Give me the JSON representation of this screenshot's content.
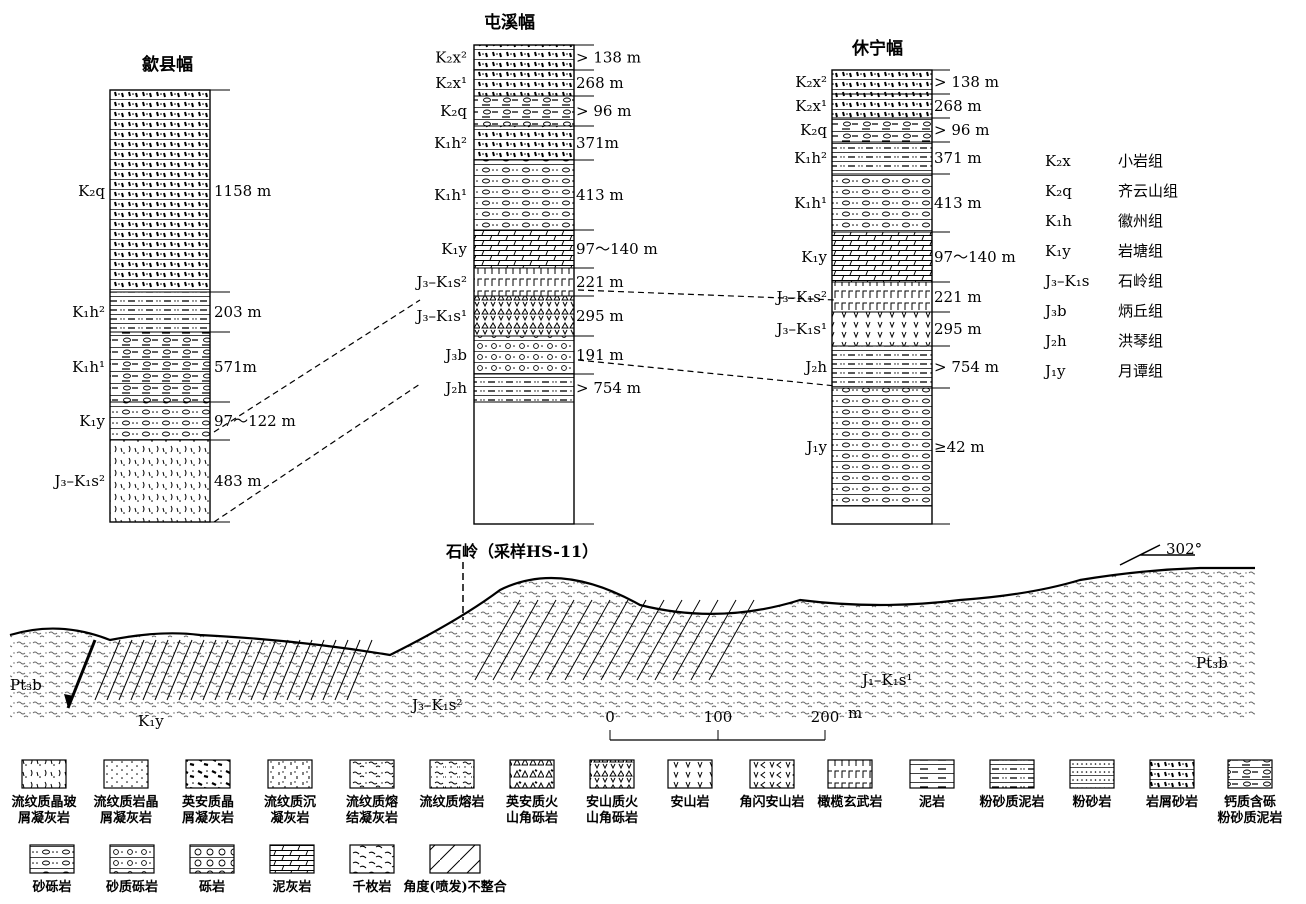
{
  "columns": [
    {
      "title": "歙县幅",
      "units": [
        {
          "code": "K₂q",
          "thickness": "1158 m",
          "litho": "debris"
        },
        {
          "code": "K₁h²",
          "thickness": "203 m",
          "litho": "smud"
        },
        {
          "code": "K₁h¹",
          "thickness": "571m",
          "litho": "calc"
        },
        {
          "code": "K₁y",
          "thickness": "97～122 m",
          "litho": "sandcong"
        },
        {
          "code": "J₃–K₁s²",
          "thickness": "483 m",
          "litho": "tuff"
        }
      ]
    },
    {
      "title": "屯溪幅",
      "units": [
        {
          "code": "K₂x²",
          "thickness": "> 138 m",
          "litho": "debris"
        },
        {
          "code": "K₂x¹",
          "thickness": "268 m",
          "litho": "debris"
        },
        {
          "code": "K₂q",
          "thickness": "> 96 m",
          "litho": "calc"
        },
        {
          "code": "K₁h²",
          "thickness": "371m",
          "litho": "debris"
        },
        {
          "code": "K₁h¹",
          "thickness": "413 m",
          "litho": "sandcong"
        },
        {
          "code": "K₁y",
          "thickness": "97～140 m",
          "litho": "marl"
        },
        {
          "code": "J₃–K₁s²",
          "thickness": "221 m",
          "litho": "basalt"
        },
        {
          "code": "J₃–K₁s¹",
          "thickness": "295 m",
          "litho": "abreccia"
        },
        {
          "code": "J₃b",
          "thickness": "191 m",
          "litho": "scong"
        },
        {
          "code": "J₂h",
          "thickness": "> 754 m",
          "litho": "smud"
        }
      ]
    },
    {
      "title": "休宁幅",
      "units": [
        {
          "code": "K₂x²",
          "thickness": "> 138 m",
          "litho": "debris"
        },
        {
          "code": "K₂x¹",
          "thickness": "268 m",
          "litho": "debris"
        },
        {
          "code": "K₂q",
          "thickness": "> 96 m",
          "litho": "calc"
        },
        {
          "code": "K₁h²",
          "thickness": "371 m",
          "litho": "smud"
        },
        {
          "code": "K₁h¹",
          "thickness": "413 m",
          "litho": "sandcong"
        },
        {
          "code": "K₁y",
          "thickness": "97～140 m",
          "litho": "marl"
        },
        {
          "code": "J₃–K₁s²",
          "thickness": "221 m",
          "litho": "basalt"
        },
        {
          "code": "J₃–K₁s¹",
          "thickness": "295 m",
          "litho": "andesite"
        },
        {
          "code": "J₂h",
          "thickness": "> 754 m",
          "litho": "smud"
        },
        {
          "code": "J₁y",
          "thickness": "≥42 m",
          "litho": "sandcong"
        }
      ]
    }
  ],
  "formations": [
    {
      "code": "K₂x",
      "name": "小岩组"
    },
    {
      "code": "K₂q",
      "name": "齐云山组"
    },
    {
      "code": "K₁h",
      "name": "徽州组"
    },
    {
      "code": "K₁y",
      "name": "岩塘组"
    },
    {
      "code": "J₃–K₁s",
      "name": "石岭组"
    },
    {
      "code": "J₃b",
      "name": "炳丘组"
    },
    {
      "code": "J₂h",
      "name": "洪琴组"
    },
    {
      "code": "J₁y",
      "name": "月谭组"
    }
  ],
  "section": {
    "sample_label": "石岭（采样HS-11）",
    "angle_label": "302°",
    "units": [
      "Pt₃b",
      "K₁y",
      "J₃–K₁s²",
      "J₁–K₁s¹",
      "Pt₃b"
    ],
    "scale": {
      "ticks": [
        "0",
        "100",
        "200"
      ],
      "unit": "m"
    }
  },
  "legend": [
    {
      "key": "tuff",
      "label": [
        "流纹质晶玻",
        "屑凝灰岩"
      ]
    },
    {
      "key": "dots",
      "label": [
        "流纹质岩晶",
        "屑凝灰岩"
      ]
    },
    {
      "key": "quartz",
      "label": [
        "英安质晶",
        "屑凝灰岩"
      ]
    },
    {
      "key": "sed",
      "label": [
        "流纹质沉",
        "凝灰岩"
      ]
    },
    {
      "key": "welded",
      "label": [
        "流纹质熔",
        "结凝灰岩"
      ]
    },
    {
      "key": "lava",
      "label": [
        "流纹质熔岩"
      ]
    },
    {
      "key": "qbreccia",
      "label": [
        "英安质火",
        "山角砾岩"
      ]
    },
    {
      "key": "abreccia",
      "label": [
        "安山质火",
        "山角砾岩"
      ]
    },
    {
      "key": "andesite",
      "label": [
        "安山岩"
      ]
    },
    {
      "key": "horn",
      "label": [
        "角闪安山岩"
      ]
    },
    {
      "key": "basalt",
      "label": [
        "橄榄玄武岩"
      ]
    },
    {
      "key": "mud",
      "label": [
        "泥岩"
      ]
    },
    {
      "key": "smud",
      "label": [
        "粉砂质泥岩"
      ]
    },
    {
      "key": "silt",
      "label": [
        "粉砂岩"
      ]
    },
    {
      "key": "debris",
      "label": [
        "岩屑砂岩"
      ]
    },
    {
      "key": "calc",
      "label": [
        "钙质含砾",
        "粉砂质泥岩"
      ]
    },
    {
      "key": "sandcong",
      "label": [
        "砂砾岩"
      ]
    },
    {
      "key": "scong",
      "label": [
        "砂质砾岩"
      ]
    },
    {
      "key": "cong",
      "label": [
        "砾岩"
      ]
    },
    {
      "key": "marl",
      "label": [
        "泥灰岩"
      ]
    },
    {
      "key": "phyl",
      "label": [
        "千枚岩"
      ]
    },
    {
      "key": "unconf",
      "label": [
        "角度(喷发)不整合"
      ]
    }
  ]
}
